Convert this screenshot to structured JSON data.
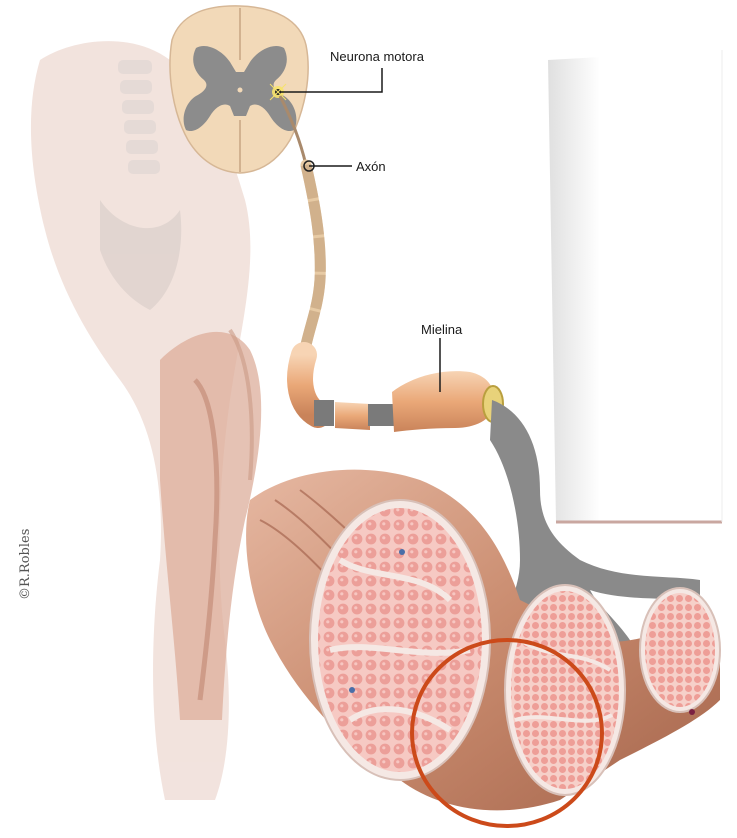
{
  "labels": {
    "motor_neuron": "Neurona motora",
    "axon": "Axón",
    "myelin": "Mielina"
  },
  "credit": "©R.Robles",
  "colors": {
    "spinal_cord": "#f2d9b8",
    "grey_matter": "#8c8c8c",
    "axon_core": "#7a7a7a",
    "myelin": "#f0b98c",
    "muscle": "#c98b6e",
    "fiber": "#f4b3ae",
    "body_shadow": "#e8cfc6",
    "highlight_circle": "#cc4a1a",
    "panel_border": "#c9a7a0"
  }
}
